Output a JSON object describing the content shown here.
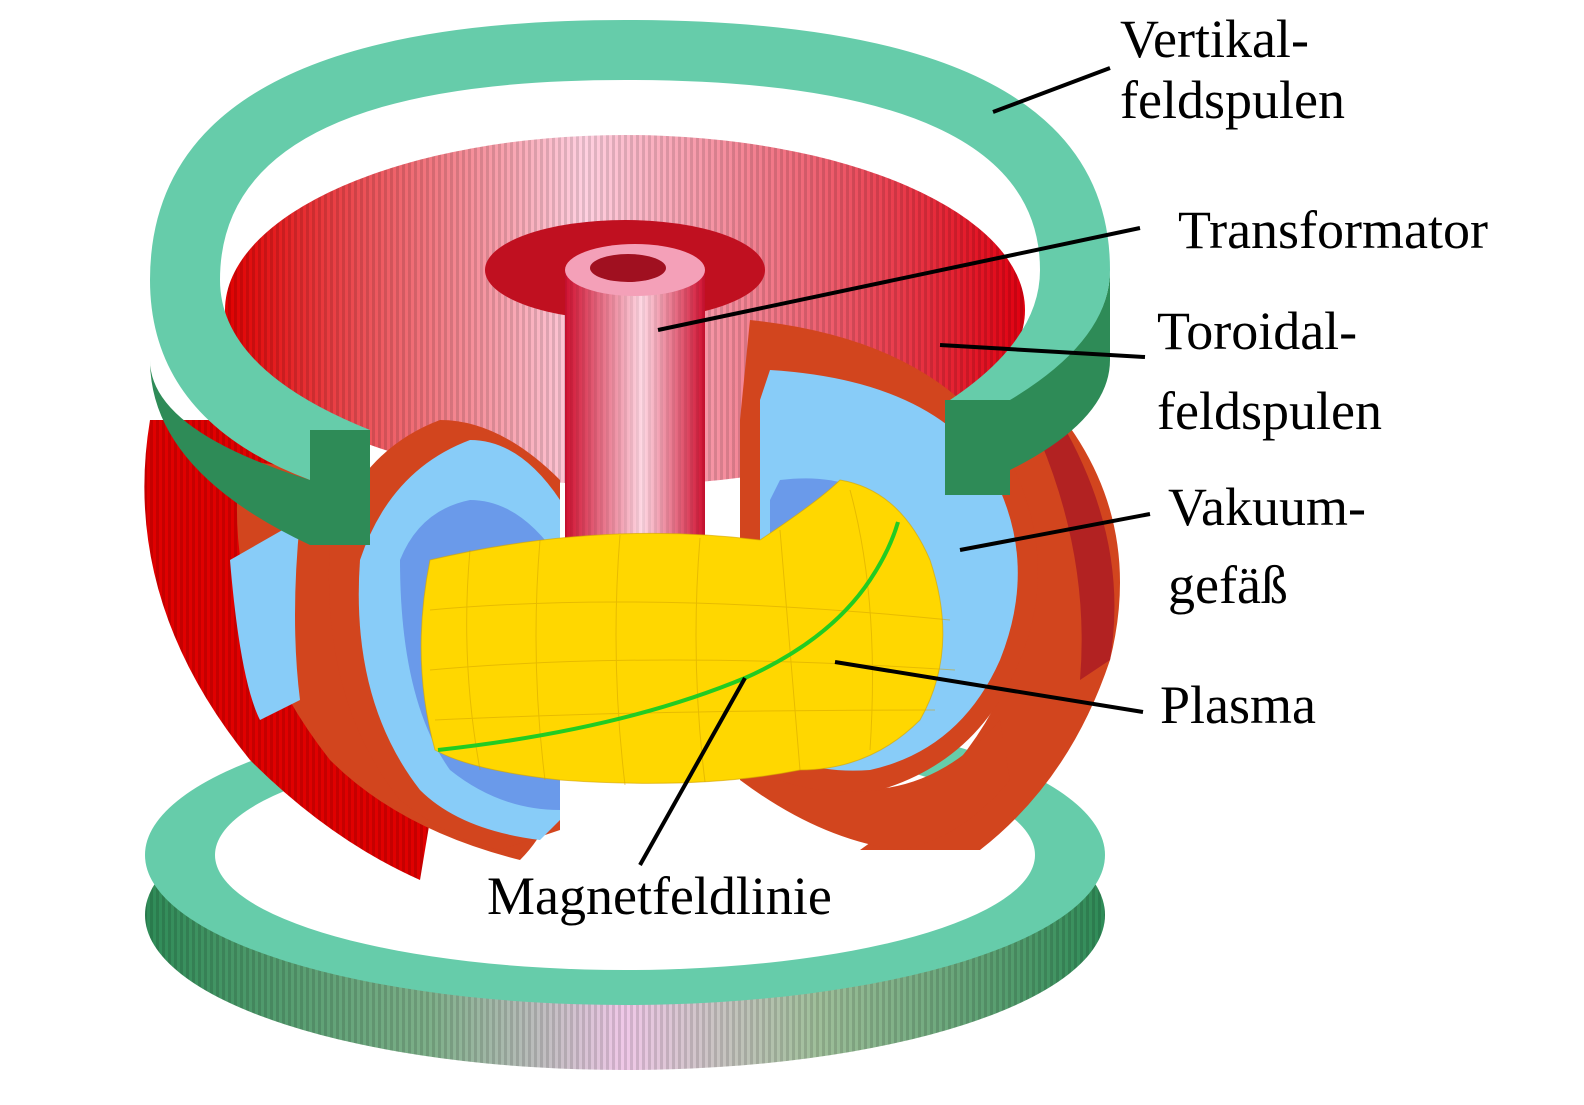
{
  "labels": {
    "vertical_coils": {
      "line1": "Vertikal-",
      "line2": "feldspulen"
    },
    "transformer": "Transformator",
    "toroidal_coils": {
      "line1": "Toroidal-",
      "line2": "feldspulen"
    },
    "vacuum_vessel": {
      "line1": "Vakuum-",
      "line2": "gefäß"
    },
    "plasma": "Plasma",
    "field_line": "Magnetfeldlinie"
  },
  "colors": {
    "vertical_coil_top": "#66CCAA",
    "vertical_coil_side": "#2E8B57",
    "toroidal_coil": "#D2451E",
    "toroidal_coil_dark": "#B22222",
    "toroidal_coil_highlight": "#F8C0D0",
    "transformer": "#E0607A",
    "vacuum_vessel": "#88CCF8",
    "vacuum_vessel_inner": "#6A9AEA",
    "plasma": "#FFD700",
    "field_line": "#22CC22",
    "leader_line": "#000000"
  }
}
